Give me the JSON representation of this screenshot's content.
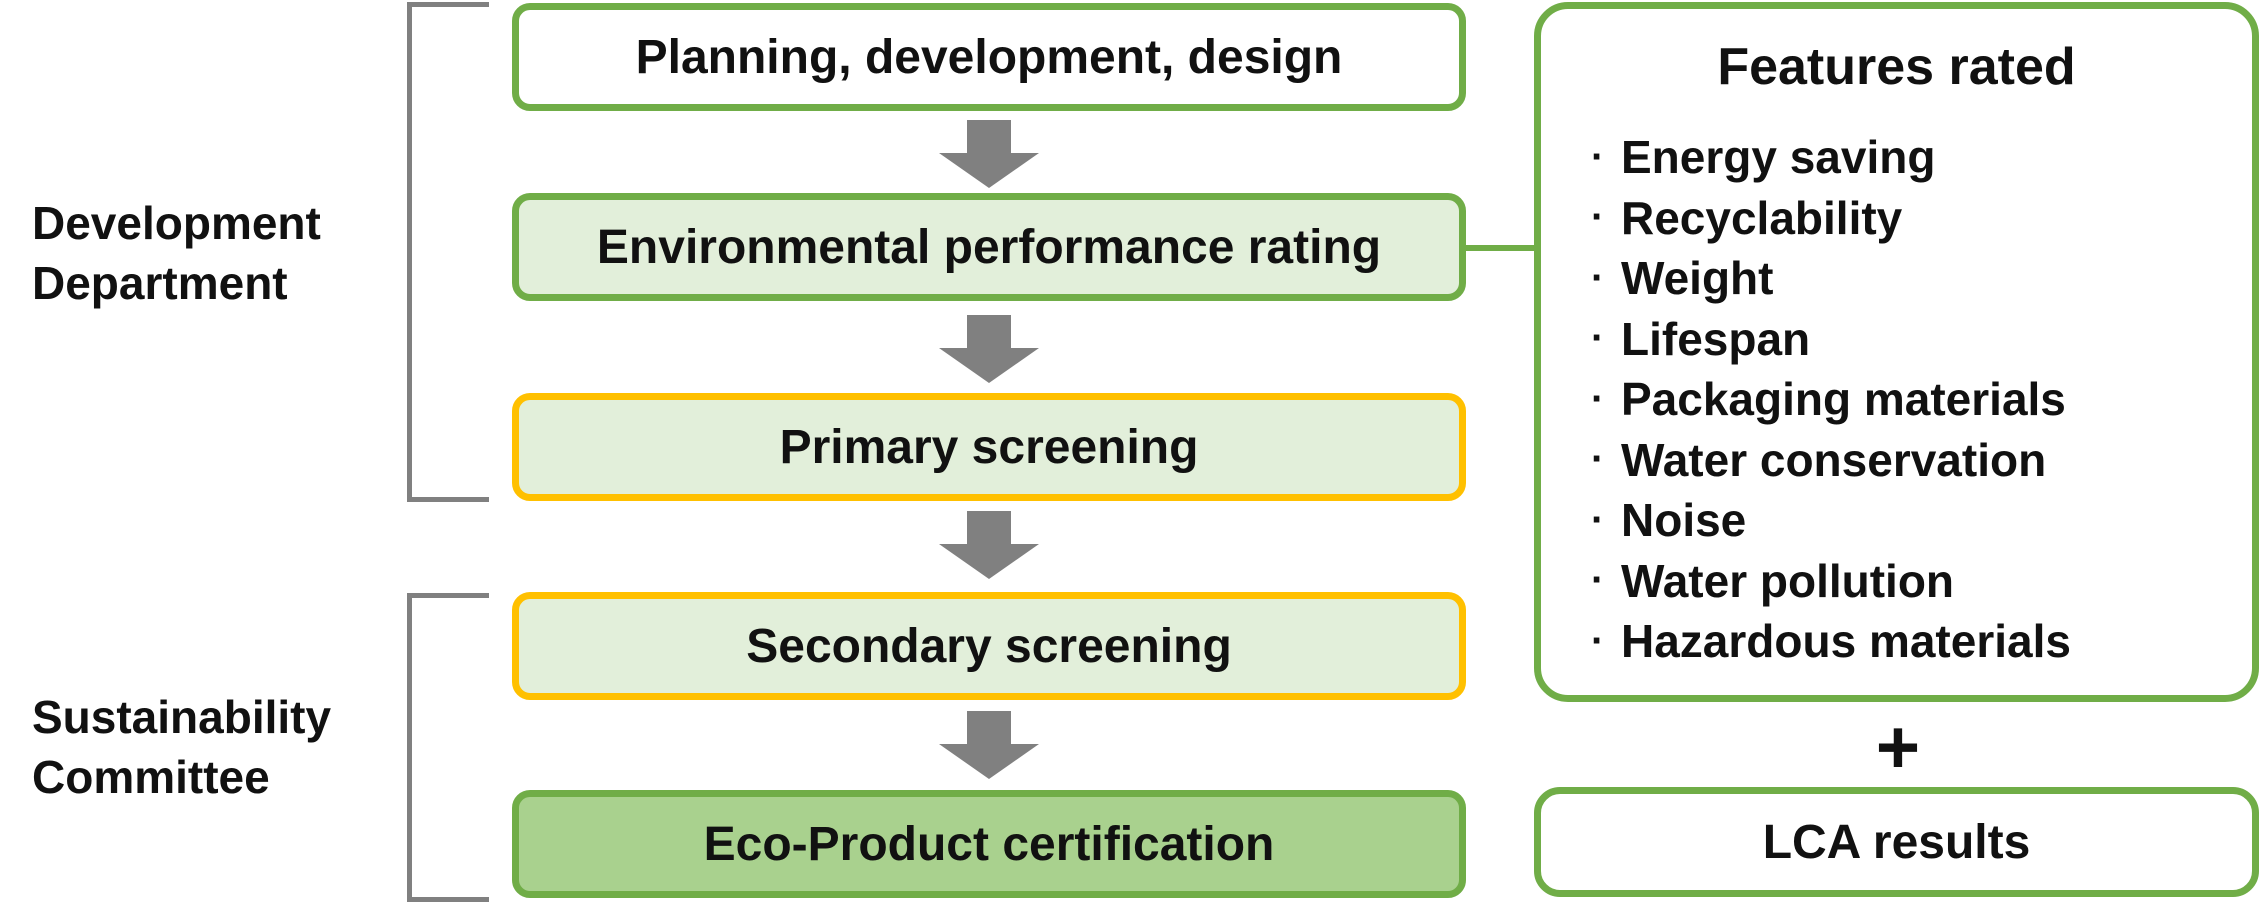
{
  "departments": {
    "development": [
      "Development",
      "Department"
    ],
    "sustainability": [
      "Sustainability",
      "Committee"
    ]
  },
  "flow_steps": [
    "Planning, development, design",
    "Environmental performance rating",
    "Primary screening",
    "Secondary screening",
    "Eco-Product certification"
  ],
  "features": {
    "title": "Features rated",
    "bullet": "·",
    "items": [
      "Energy saving",
      "Recyclability",
      "Weight",
      "Lifespan",
      "Packaging materials",
      "Water conservation",
      "Noise",
      "Water pollution",
      "Hazardous materials"
    ]
  },
  "plus": "+",
  "lca_label": "LCA results",
  "colors": {
    "green_border": "#70ad47",
    "yellow_border": "#ffc000",
    "pale_green_fill": "#e2efda",
    "mid_green_fill": "#a9d18e",
    "arrow_gray": "#808080",
    "bracket_gray": "#808080"
  },
  "icons": {
    "flow_arrow": "down-arrow-icon"
  }
}
